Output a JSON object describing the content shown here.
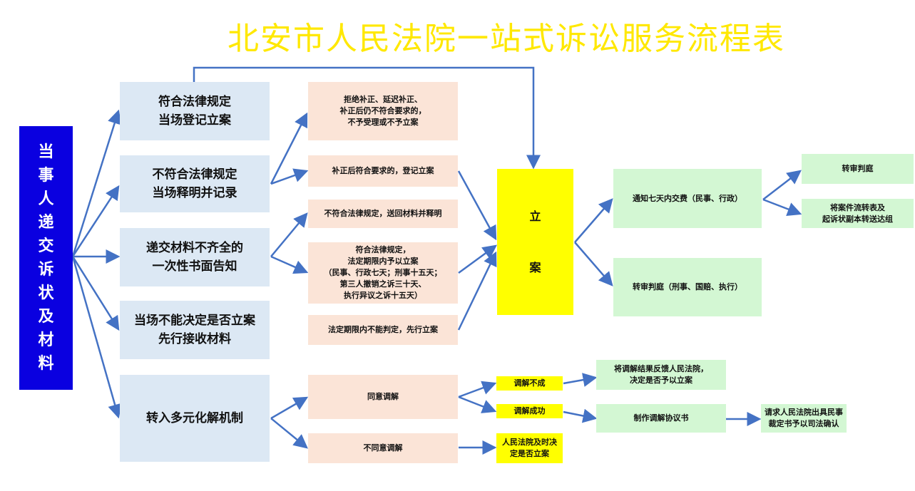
{
  "title": "北安市人民法院一站式诉讼服务流程表",
  "start": "当\n事\n人\n递\n交\n诉\n状\n及\n材\n料",
  "intake": [
    "符合法律规定\n当场登记立案",
    "不符合法律规定\n当场释明并记录",
    "递交材料不齐全的\n一次性书面告知",
    "当场不能决定是否立案\n先行接收材料",
    "转入多元化解机制"
  ],
  "outcomes": [
    "拒绝补正、延迟补正、\n补正后仍不符合要求的，\n不予受理或不予立案",
    "补正后符合要求的，登记立案",
    "不符合法律规定，送回材料并释明",
    "符合法律规定，\n法定期限内予以立案\n（民事、行政七天；刑事十五天；\n第三人撤销之诉三十天、\n执行异议之诉十五天）",
    "法定期限内不能判定，先行立案"
  ],
  "filing": "立\n\n\n\n案",
  "after_filing": [
    "通知七天内交费（民事、行政）",
    "转审判庭（刑事、国赔、执行）"
  ],
  "fee_next": [
    "转审判庭",
    "将案件流转表及\n起诉状副本转送达组"
  ],
  "mediation": {
    "agree": "同意调解",
    "disagree": "不同意调解",
    "failed": "调解不成",
    "success": "调解成功",
    "court_decide": "人民法院及时决\n定是否立案",
    "feedback": "将调解结果反馈人民法院，\n决定是否予以立案",
    "agreement": "制作调解协议书",
    "confirm": "请求人民法院出具民事\n裁定书予以司法确认"
  },
  "colors": {
    "title": "#ffe800",
    "lead": "#0a00e0",
    "arrow": "#4472c4"
  }
}
